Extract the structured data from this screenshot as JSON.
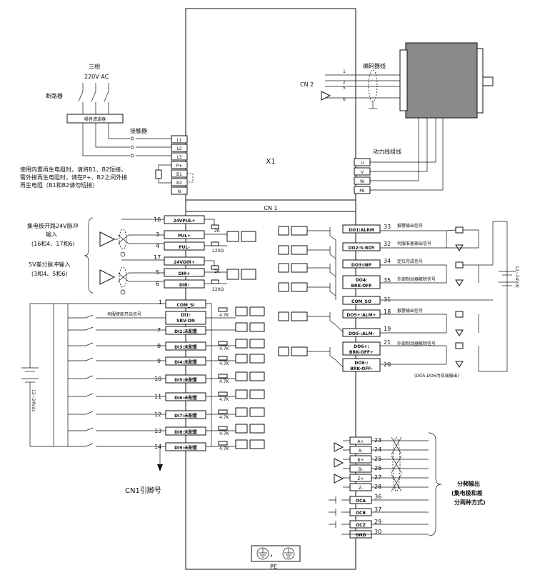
{
  "power": {
    "three_phase": "三相",
    "voltage": "220V AC",
    "breaker": "断路器",
    "filter": "噪音滤波器",
    "contactor": "接触器"
  },
  "regen_note": [
    "使用内置再生电阻时，请将B1、B2短接。",
    "需外接再生电阻时，请在P+、B2之间外接",
    "再生电阻（B1和B2请勿短接）"
  ],
  "x1": {
    "title": "X1",
    "terminals": [
      "L1",
      "L2",
      "L3",
      "P+",
      "B1",
      "B2",
      "N"
    ],
    "motor_terminals": [
      "U",
      "V",
      "W",
      "PE"
    ],
    "motor_wire": "动力线组线",
    "encoder_wire": "编码器线",
    "cn2": "CN 2",
    "encoder_pins": [
      "1",
      "2",
      "5",
      "6"
    ]
  },
  "cn1": {
    "title": "CN 1",
    "pulse_open_collector": [
      "集电极开路24V脉冲",
      "输入",
      "(16和4、17和6)"
    ],
    "pulse_diff": [
      "5V差分脉冲输入",
      "(3和4、5和6)"
    ],
    "pulse_pins": [
      {
        "num": "16",
        "label": "24VPUL+"
      },
      {
        "num": "3",
        "label": "PUL+"
      },
      {
        "num": "4",
        "label": "PUL-"
      },
      {
        "num": "17",
        "label": "24VDIR+"
      },
      {
        "num": "5",
        "label": "DIR+"
      },
      {
        "num": "6",
        "label": "DIR-"
      }
    ],
    "resistors": [
      "2K",
      "220Ω",
      "2K",
      "220Ω"
    ],
    "input_com": {
      "num": "1",
      "label": "COM_SI"
    },
    "servo_on_note": "伺服使能开启信号",
    "inputs": [
      {
        "num": "",
        "label": "DI1:",
        "label2": "SRV-ON"
      },
      {
        "num": "7",
        "label": "DI2:未配置"
      },
      {
        "num": "8",
        "label": "DI3:未配置"
      },
      {
        "num": "9",
        "label": "DI4:未配置"
      },
      {
        "num": "10",
        "label": "DI5:未配置"
      },
      {
        "num": "11",
        "label": "DI6:未配置"
      },
      {
        "num": "12",
        "label": "DI7:未配置"
      },
      {
        "num": "13",
        "label": "DI8:未配置"
      },
      {
        "num": "14",
        "label": "DI9:未配置"
      }
    ],
    "input_res": "4.7K",
    "supply_left": "12~24Vdc",
    "outputs": [
      {
        "num": "33",
        "label": "DO1:ALRM",
        "note": "报警输出信号"
      },
      {
        "num": "32",
        "label": "DO2:S-RDY",
        "note": "伺服准备输出信号"
      },
      {
        "num": "34",
        "label": "DO3:INP",
        "note": "定位完成信号"
      },
      {
        "num": "35",
        "label": "DO4:",
        "label2": "BRK-OFF",
        "note": "外部制动器解除信号"
      },
      {
        "num": "31",
        "label": "COM_SO",
        "note": ""
      },
      {
        "num": "18",
        "label": "DO5+:ALM+",
        "note": "报警输出信号"
      },
      {
        "num": "19",
        "label": "DO5-:ALM-",
        "note": ""
      },
      {
        "num": "21",
        "label": "DO6+:",
        "label2": "BRK-OFF+",
        "note": "外部制动器解除信号"
      },
      {
        "num": "20",
        "label": "DO6-:",
        "label2": "BRK-OFF-",
        "note": ""
      }
    ],
    "supply_right": "12~24Vdc",
    "output_note": "(DO5,DO6为双端输出)",
    "pin_label": "CN1引脚号"
  },
  "divider": {
    "pins": [
      {
        "num": "23",
        "label": "A+"
      },
      {
        "num": "24",
        "label": "A-"
      },
      {
        "num": "25",
        "label": "B+"
      },
      {
        "num": "26",
        "label": "B-"
      },
      {
        "num": "27",
        "label": "Z+"
      },
      {
        "num": "28",
        "label": "Z-"
      },
      {
        "num": "36",
        "label": "OCA"
      },
      {
        "num": "37",
        "label": "OCB"
      },
      {
        "num": "29",
        "label": "OCZ"
      },
      {
        "num": "30",
        "label": "GND"
      }
    ],
    "title": [
      "分频输出",
      "(集电极和差",
      "分两种方式)"
    ]
  },
  "pe_label": "PE"
}
